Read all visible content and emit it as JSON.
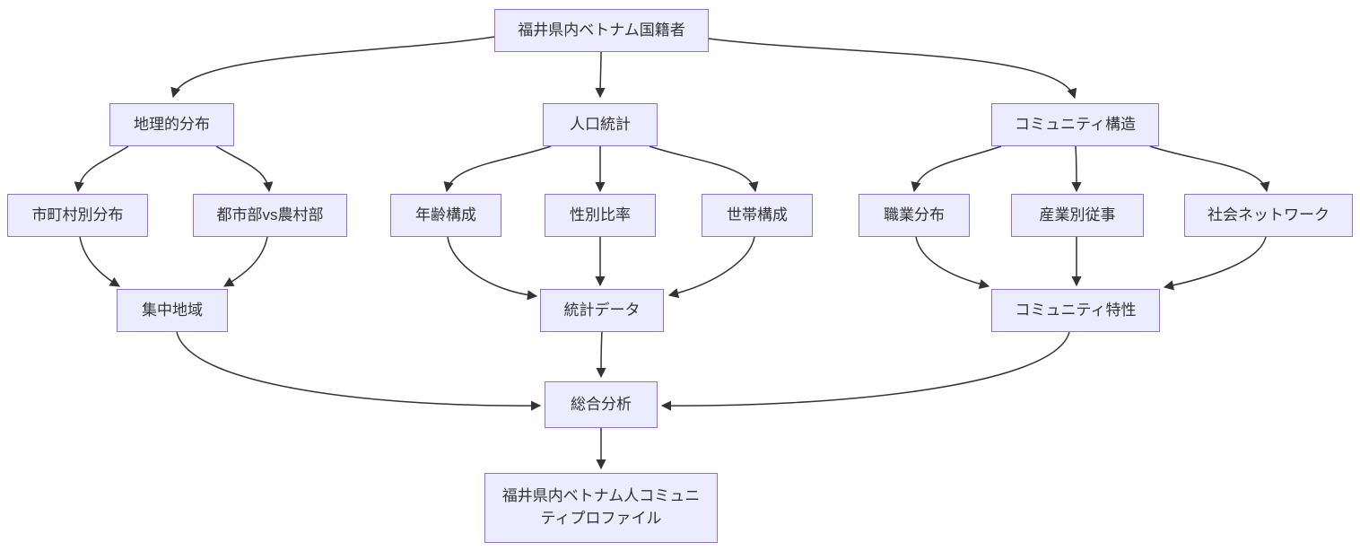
{
  "diagram": {
    "type": "flowchart-top-down",
    "background": "#ffffff",
    "colors": {
      "node_fill": "#ECECFF",
      "node_border": "#9370DB",
      "node_text": "#333333",
      "edge_stroke": "#333333"
    },
    "nodes": {
      "root": {
        "label": "福井県内ベトナム国籍者"
      },
      "geo": {
        "label": "地理的分布"
      },
      "demo": {
        "label": "人口統計"
      },
      "community": {
        "label": "コミュニティ構造"
      },
      "municipal": {
        "label": "市町村別分布"
      },
      "urban_rural": {
        "label": "都市部vs農村部"
      },
      "age": {
        "label": "年齢構成"
      },
      "gender": {
        "label": "性別比率"
      },
      "household": {
        "label": "世帯構成"
      },
      "occupation": {
        "label": "職業分布"
      },
      "industry": {
        "label": "産業別従事"
      },
      "social_network": {
        "label": "社会ネットワーク"
      },
      "concentrated": {
        "label": "集中地域"
      },
      "stats": {
        "label": "統計データ"
      },
      "community_traits": {
        "label": "コミュニティ特性"
      },
      "synthesis": {
        "label": "総合分析"
      },
      "profile": {
        "label": "福井県内ベトナム人コミュニティプロファイル"
      }
    },
    "edges": [
      {
        "from": "root",
        "to": "geo"
      },
      {
        "from": "root",
        "to": "demo"
      },
      {
        "from": "root",
        "to": "community"
      },
      {
        "from": "geo",
        "to": "municipal"
      },
      {
        "from": "geo",
        "to": "urban_rural"
      },
      {
        "from": "demo",
        "to": "age"
      },
      {
        "from": "demo",
        "to": "gender"
      },
      {
        "from": "demo",
        "to": "household"
      },
      {
        "from": "community",
        "to": "occupation"
      },
      {
        "from": "community",
        "to": "industry"
      },
      {
        "from": "community",
        "to": "social_network"
      },
      {
        "from": "municipal",
        "to": "concentrated"
      },
      {
        "from": "urban_rural",
        "to": "concentrated"
      },
      {
        "from": "age",
        "to": "stats"
      },
      {
        "from": "gender",
        "to": "stats"
      },
      {
        "from": "household",
        "to": "stats"
      },
      {
        "from": "occupation",
        "to": "community_traits"
      },
      {
        "from": "industry",
        "to": "community_traits"
      },
      {
        "from": "social_network",
        "to": "community_traits"
      },
      {
        "from": "concentrated",
        "to": "synthesis"
      },
      {
        "from": "stats",
        "to": "synthesis"
      },
      {
        "from": "community_traits",
        "to": "synthesis"
      },
      {
        "from": "synthesis",
        "to": "profile"
      }
    ]
  }
}
